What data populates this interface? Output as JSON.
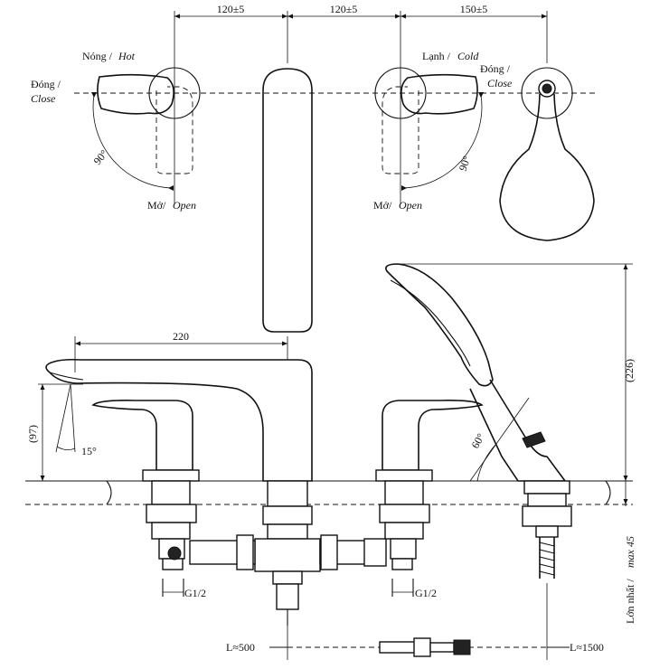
{
  "dimensions": {
    "top_span_1": "120±5",
    "top_span_2": "120±5",
    "top_span_3": "150±5",
    "spout_length": "220",
    "spout_height": "(97)",
    "spout_angle": "15°",
    "handshower_height": "(226)",
    "handshower_angle": "60°",
    "hot_rotation": "90°",
    "cold_rotation": "90°",
    "hose_min": "L≈500",
    "hose_max": "L≈1500",
    "inlet_left": "G1/2",
    "inlet_right": "G1/2"
  },
  "labels": {
    "hot_vi": "Nóng /",
    "hot_en": "Hot",
    "cold_vi": "Lạnh /",
    "cold_en": "Cold",
    "close_left_vi": "Đóng /",
    "close_left_en": "Close",
    "close_right_vi": "Đóng /",
    "close_right_en": "Close",
    "open_left_vi": "Mở/",
    "open_left_en": "Open",
    "open_right_vi": "Mở/",
    "open_right_en": "Open",
    "max_thickness_vi": "Lớn nhất /",
    "max_thickness_en": "max 45"
  }
}
